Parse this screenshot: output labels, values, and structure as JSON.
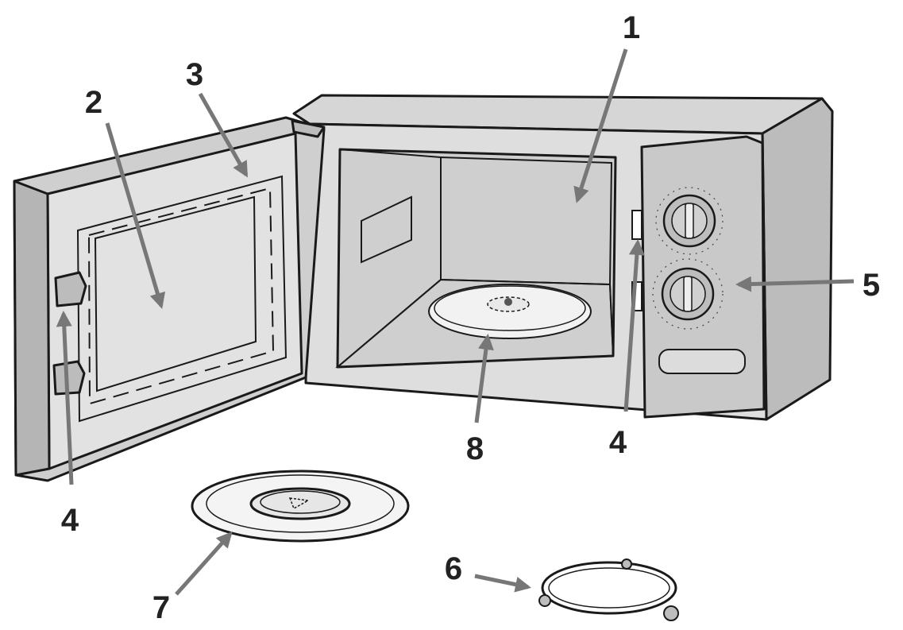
{
  "colors": {
    "outline": "#1a1a1a",
    "body_light": "#d9d9d9",
    "body_mid": "#bdbdbd",
    "cavity": "#c8c8c8",
    "leader": "#777777",
    "label": "#222222"
  },
  "callouts": [
    {
      "id": "1",
      "text": "1"
    },
    {
      "id": "2",
      "text": "2"
    },
    {
      "id": "3",
      "text": "3"
    },
    {
      "id": "4a",
      "text": "4"
    },
    {
      "id": "4b",
      "text": "4"
    },
    {
      "id": "5",
      "text": "5"
    },
    {
      "id": "6",
      "text": "6"
    },
    {
      "id": "7",
      "text": "7"
    },
    {
      "id": "8",
      "text": "8"
    }
  ]
}
